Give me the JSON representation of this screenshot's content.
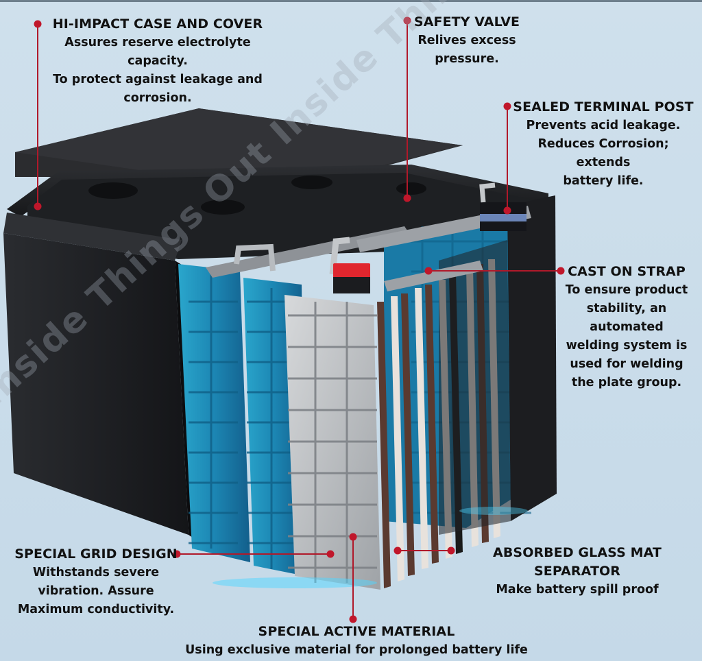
{
  "watermark": "Inside Things Out Inside Things Out Inside",
  "callouts": [
    {
      "id": "case",
      "title": "HI-IMPACT CASE AND COVER",
      "desc": [
        "Assures reserve electrolyte capacity.",
        "To protect against leakage and",
        "corrosion."
      ]
    },
    {
      "id": "valve",
      "title": "SAFETY VALVE",
      "desc": [
        "Relives excess",
        "pressure."
      ]
    },
    {
      "id": "terminal",
      "title": "SEALED TERMINAL POST",
      "desc": [
        "Prevents acid leakage.",
        "Reduces Corrosion; extends",
        "battery life."
      ]
    },
    {
      "id": "strap",
      "title": "CAST ON STRAP",
      "desc": [
        "To ensure product",
        "stability, an",
        "automated",
        "welding system is",
        "used for welding",
        "the plate group."
      ]
    },
    {
      "id": "grid",
      "title": "SPECIAL GRID DESIGN",
      "desc": [
        "Withstands severe",
        "vibration. Assure",
        "Maximum conductivity."
      ]
    },
    {
      "id": "agm",
      "title": "ABSORBED GLASS MAT SEPARATOR",
      "desc": [
        "Make battery spill proof"
      ]
    },
    {
      "id": "active",
      "title": "SPECIAL ACTIVE MATERIAL",
      "desc": [
        "Using exclusive material for prolonged battery life"
      ]
    }
  ],
  "colors": {
    "leader": "#b0192a",
    "dot": "#c0172b",
    "case": "#1a1c1f",
    "blue_plate": "#1f8fb8",
    "gray_plate": "#b9bcc0",
    "terminal_red": "#e0262e"
  }
}
